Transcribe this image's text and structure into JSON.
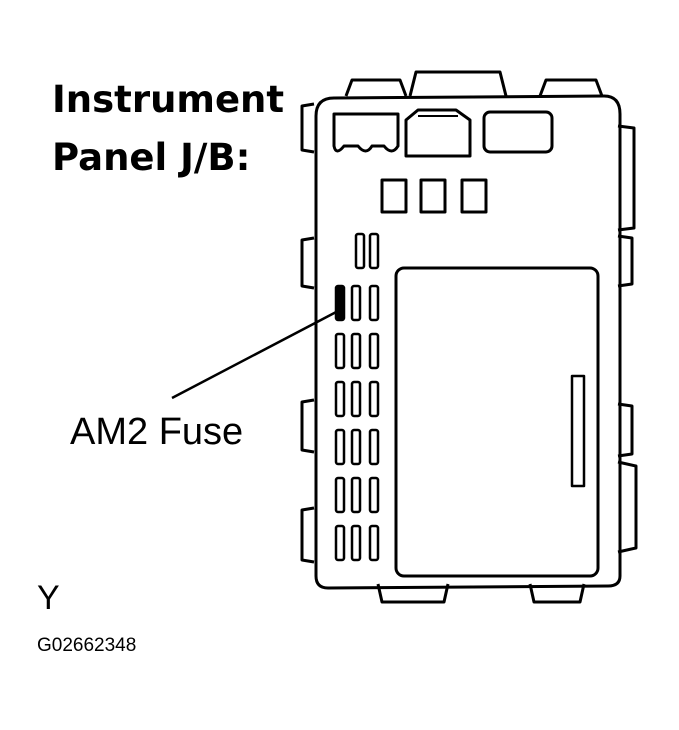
{
  "title_line1": "Instrument",
  "title_line2": "Panel J/B:",
  "callout_label": "AM2 Fuse",
  "view_label": "Y",
  "figure_code": "G02662348",
  "colors": {
    "ink": "#000000",
    "paper": "#ffffff"
  }
}
